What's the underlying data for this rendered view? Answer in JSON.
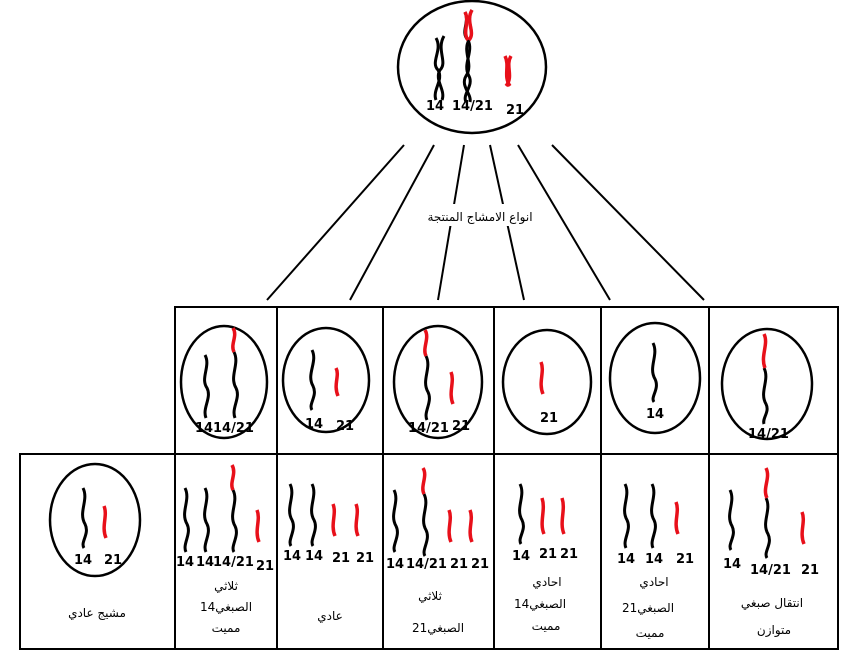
{
  "colors": {
    "normal_chromosome": "#000000",
    "translocated_chromosome": "#e8101a",
    "outline": "#000000"
  },
  "parent": {
    "labels": [
      "14",
      "14/21",
      "21"
    ]
  },
  "gametes_title": "انواع الامشاج المنتجة",
  "gametes": [
    {
      "labels": [
        "14",
        "14/21"
      ]
    },
    {
      "labels": [
        "14",
        "21"
      ]
    },
    {
      "labels": [
        "14/21",
        "21"
      ]
    },
    {
      "labels": [
        "21"
      ]
    },
    {
      "labels": [
        "14"
      ]
    },
    {
      "labels": [
        "14/21"
      ]
    }
  ],
  "normal_gamete": {
    "labels": [
      "14",
      "21"
    ],
    "caption": [
      "مشيج عادي"
    ]
  },
  "zygotes": [
    {
      "labels": [
        "14",
        "14",
        "14/21",
        "21"
      ],
      "caption": [
        "ثلاثي",
        "الصبغي14",
        "مميت"
      ]
    },
    {
      "labels": [
        "14",
        "14",
        "21",
        "21"
      ],
      "caption": [
        "عادي"
      ]
    },
    {
      "labels": [
        "14",
        "14/21",
        "21",
        "21"
      ],
      "caption": [
        "ثلاثي",
        "الصبغي21"
      ]
    },
    {
      "labels": [
        "14",
        "21",
        "21"
      ],
      "caption": [
        "احادي",
        "الصبغي14",
        "مميت"
      ]
    },
    {
      "labels": [
        "14",
        "14",
        "21"
      ],
      "caption": [
        "احادي",
        "الصبغي21",
        "مميت"
      ]
    },
    {
      "labels": [
        "14",
        "14/21",
        "21"
      ],
      "caption": [
        "انتقال صبغي",
        "متوازن"
      ]
    }
  ]
}
